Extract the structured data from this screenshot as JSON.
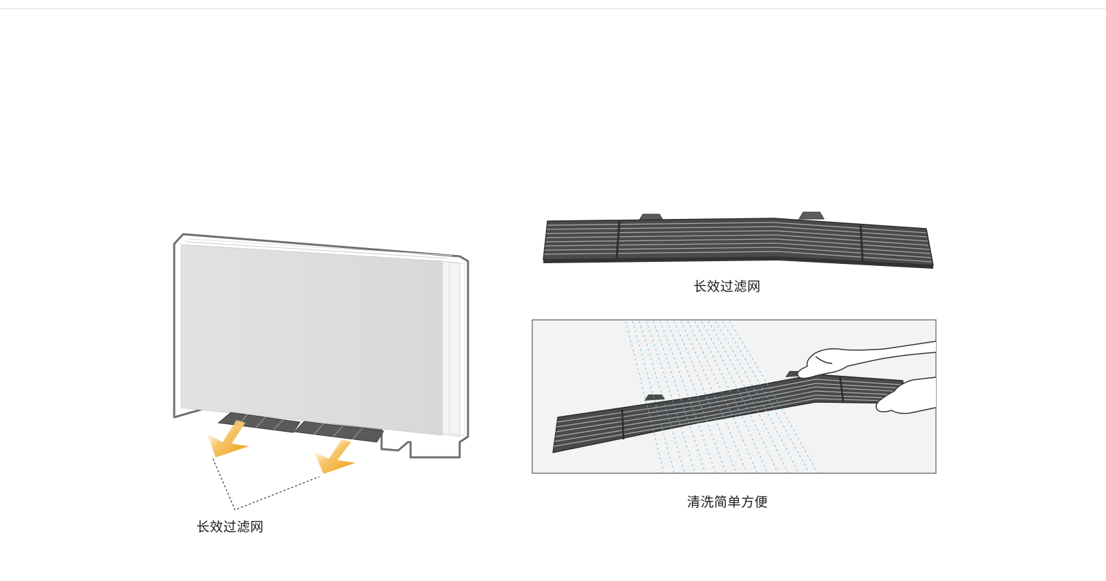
{
  "captions": {
    "unit_filter": "长效过滤网",
    "filter": "长效过滤网",
    "wash": "清洗简单方便"
  },
  "icons": {
    "airflow": "arrow-down-left-icon"
  },
  "colors": {
    "filter_dark": "#4a4a4a",
    "panel_light": "#dedede",
    "airflow_orange": "#f3a21b",
    "water_blue": "#5ab6e3",
    "frame_border": "#6e6e6e",
    "background": "#ffffff"
  }
}
